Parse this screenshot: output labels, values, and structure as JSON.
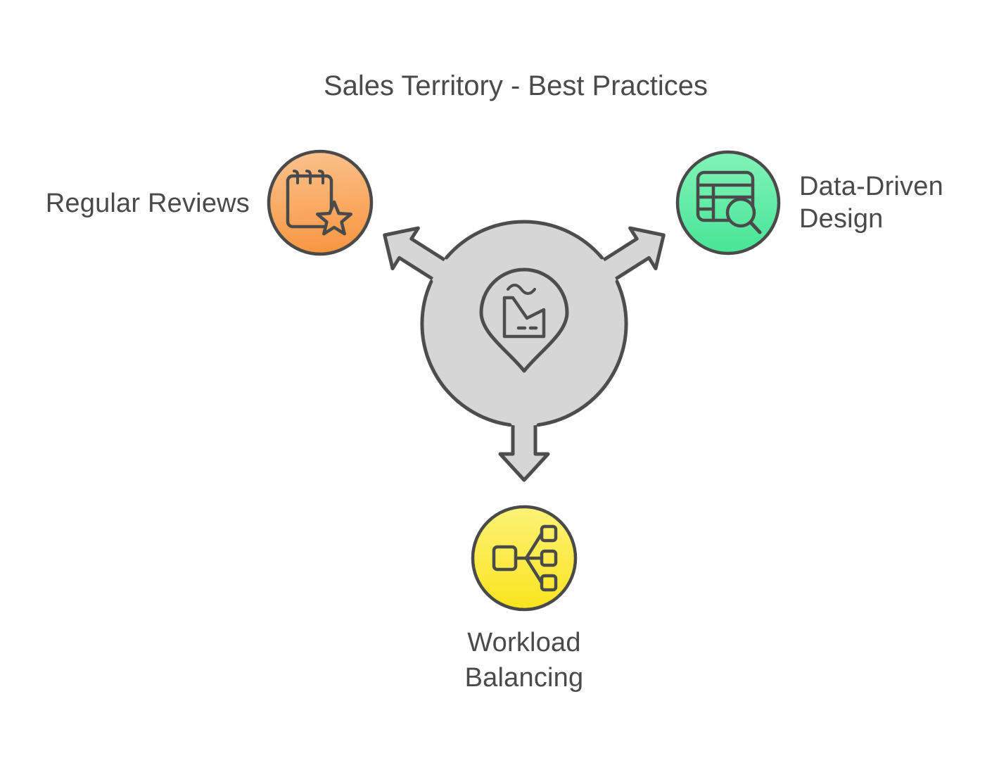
{
  "title": "Sales Territory - Best Practices",
  "background": "#ffffff",
  "text_color": "#4a4a4a",
  "stroke_color": "#4a4a4a",
  "center": {
    "icon": "factory-location-pin-icon",
    "fill": "#d6d6d6",
    "stroke": "#4d4d4d"
  },
  "nodes": [
    {
      "id": "regular-reviews",
      "label": "Regular Reviews",
      "icon": "notepad-star-icon",
      "color_top": "#fbc18c",
      "color_bottom": "#f8953f"
    },
    {
      "id": "data-driven-design",
      "label": "Data-Driven Design",
      "icon": "table-search-icon",
      "color_top": "#82f3b7",
      "color_bottom": "#47e596"
    },
    {
      "id": "workload-balancing",
      "label": "Workload Balancing",
      "icon": "hierarchy-icon",
      "color_top": "#fdf278",
      "color_bottom": "#fae41e"
    }
  ]
}
